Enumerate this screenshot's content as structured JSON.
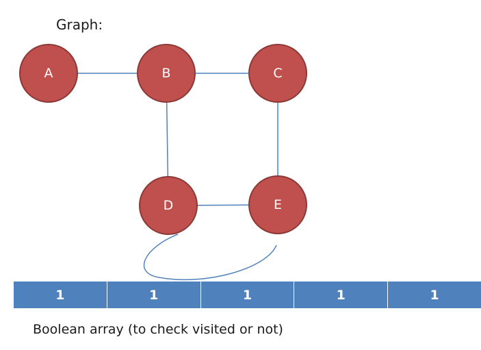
{
  "title": "Graph:",
  "nodes": [
    {
      "id": "A",
      "label": "A"
    },
    {
      "id": "B",
      "label": "B"
    },
    {
      "id": "C",
      "label": "C"
    },
    {
      "id": "D",
      "label": "D"
    },
    {
      "id": "E",
      "label": "E"
    }
  ],
  "edges": [
    {
      "from": "A",
      "to": "B"
    },
    {
      "from": "B",
      "to": "C"
    },
    {
      "from": "B",
      "to": "D"
    },
    {
      "from": "C",
      "to": "E"
    },
    {
      "from": "D",
      "to": "E"
    }
  ],
  "array": {
    "cells": [
      "1",
      "1",
      "1",
      "1",
      "1"
    ],
    "caption": "Boolean array (to check visited or not)"
  },
  "colors": {
    "node_fill": "#c0504d",
    "node_stroke": "#8c3836",
    "edge": "#4f81bd",
    "array_fill": "#4f81bd"
  }
}
